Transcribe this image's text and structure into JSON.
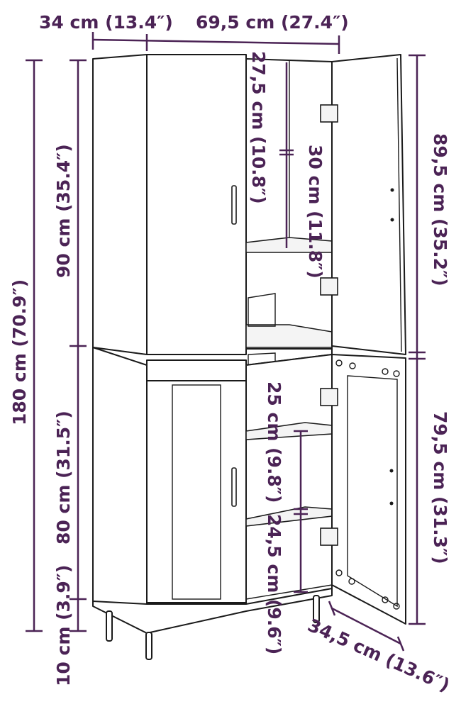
{
  "diagram": {
    "colors": {
      "dimension": "#4b2355",
      "outline": "#1a1a1a",
      "background": "#ffffff"
    },
    "dimensions": {
      "depth": "34 cm (13.4″)",
      "width": "69,5 cm (27.4″)",
      "total_height": "180 cm (70.9″)",
      "upper_height": "90 cm (35.4″)",
      "lower_height": "80 cm (31.5″)",
      "legs_height": "10 cm (3.9″)",
      "upper_door_height": "89,5 cm (35.2″)",
      "lower_door_height": "79,5 cm (31.3″)",
      "upper_shelf_top": "27,5 cm (10.8″)",
      "upper_shelf_gap": "30 cm (11.8″)",
      "lower_shelf_gap_top": "25 cm (9.8″)",
      "lower_shelf_gap_bottom": "24,5 cm (9.6″)",
      "door_width": "34,5 cm (13.6″)"
    }
  }
}
